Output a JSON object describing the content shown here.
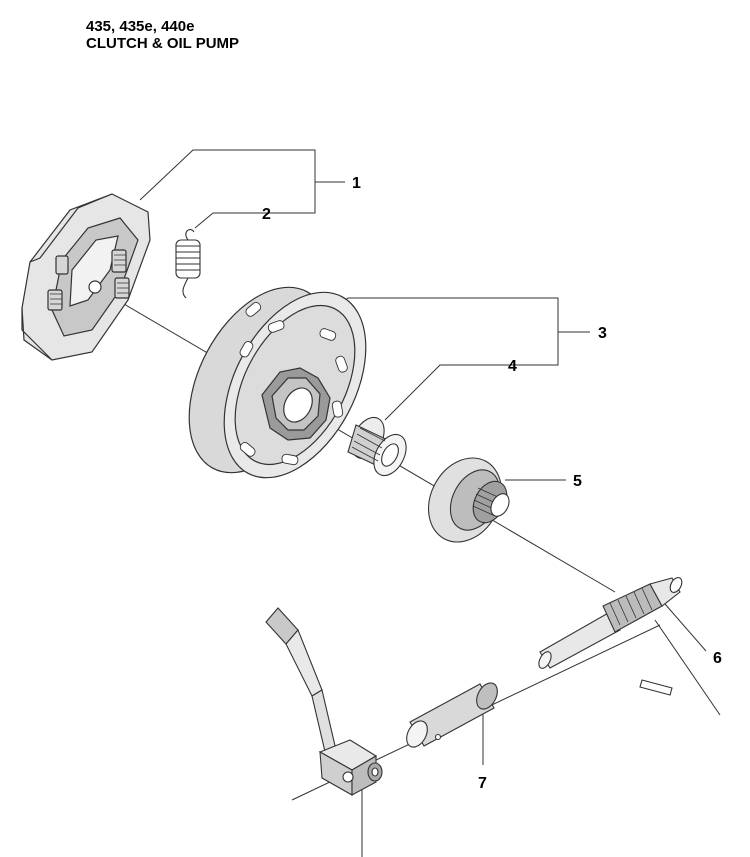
{
  "header": {
    "models": "435, 435e, 440e",
    "section": "CLUTCH & OIL PUMP"
  },
  "callouts": [
    "1",
    "2",
    "3",
    "4",
    "5",
    "6",
    "7"
  ],
  "colors": {
    "ink": "#333333",
    "part_fill": "#e6e6e6",
    "part_shade": "#c8c8c8",
    "part_dark": "#8a8a8a"
  }
}
